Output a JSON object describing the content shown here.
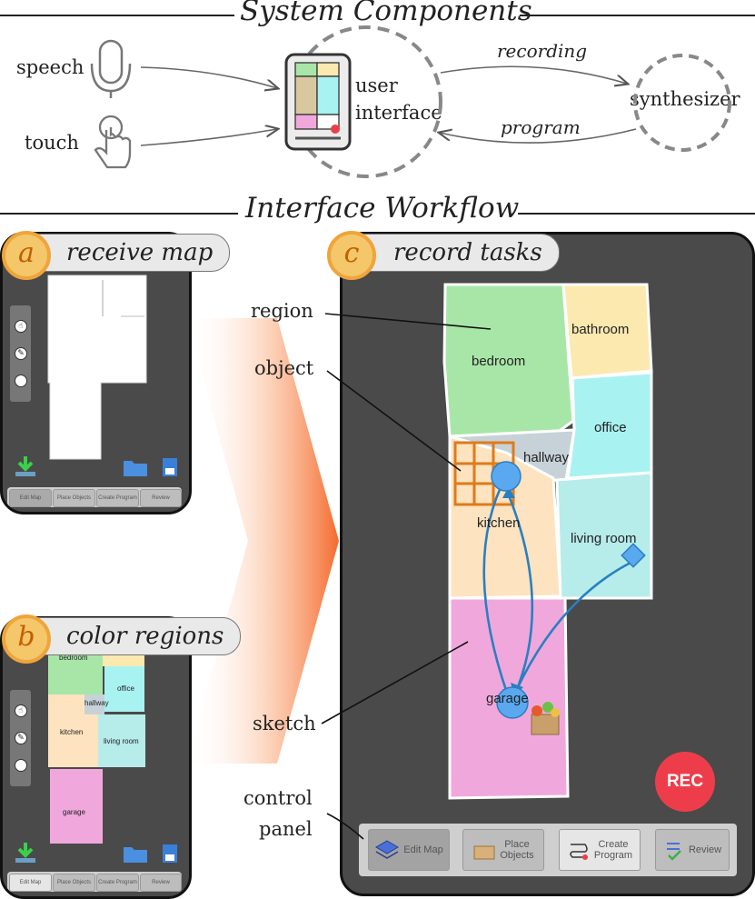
{
  "system": {
    "title": "System Components",
    "speech": "speech",
    "touch": "touch",
    "ui_line1": "user",
    "ui_line2": "interface",
    "recording": "recording",
    "program": "program",
    "synthesizer": "synthesizer"
  },
  "workflow": {
    "title": "Interface Workflow",
    "panel_a": {
      "badge": "a",
      "title": "receive map"
    },
    "panel_b": {
      "badge": "b",
      "title": "color regions"
    },
    "panel_c": {
      "badge": "c",
      "title": "record tasks"
    }
  },
  "annotations": {
    "region": "region",
    "object": "object",
    "sketch": "sketch",
    "control_line1": "control",
    "control_line2": "panel"
  },
  "rooms_c": {
    "bedroom": "bedroom",
    "bathroom": "bathroom",
    "office": "office",
    "hallway": "hallway",
    "kitchen": "kitchen",
    "living_room": "living room",
    "garage": "garage"
  },
  "rooms_b": {
    "bedroom": "bedroom",
    "office": "office",
    "hallway": "hallway",
    "kitchen": "kitchen",
    "living_room": "living room",
    "garage": "garage"
  },
  "controls": {
    "edit_map": "Edit Map",
    "place_objects_1": "Place",
    "place_objects_2": "Objects",
    "create_program_1": "Create",
    "create_program_2": "Program",
    "review": "Review",
    "rec": "REC"
  },
  "colors": {
    "bedroom": "#a8e6a8",
    "bathroom": "#fbe9b0",
    "office": "#a9f2f2",
    "hallway": "#c6d2d8",
    "kitchen": "#fde3bf",
    "living_room": "#b6ecea",
    "garage": "#f0a8dc",
    "sketch": "#2a7fc0",
    "rec": "#ee3d4a",
    "badge": "#f3c76a"
  }
}
